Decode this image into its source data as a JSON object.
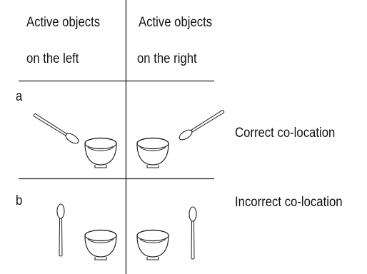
{
  "columns": {
    "left": {
      "line1": "Active objects",
      "line2": "on the left"
    },
    "right": {
      "line1": "Active objects",
      "line2": "on the right"
    }
  },
  "rows": [
    {
      "letter": "a",
      "caption": "Correct co-location",
      "spoon_orientation": "horizontal"
    },
    {
      "letter": "b",
      "caption": "Incorrect co-location",
      "spoon_orientation": "vertical"
    }
  ],
  "icons": {
    "spoon": "spoon-icon",
    "bowl": "bowl-icon"
  },
  "colors": {
    "ink": "#222222",
    "background": "#ffffff"
  }
}
